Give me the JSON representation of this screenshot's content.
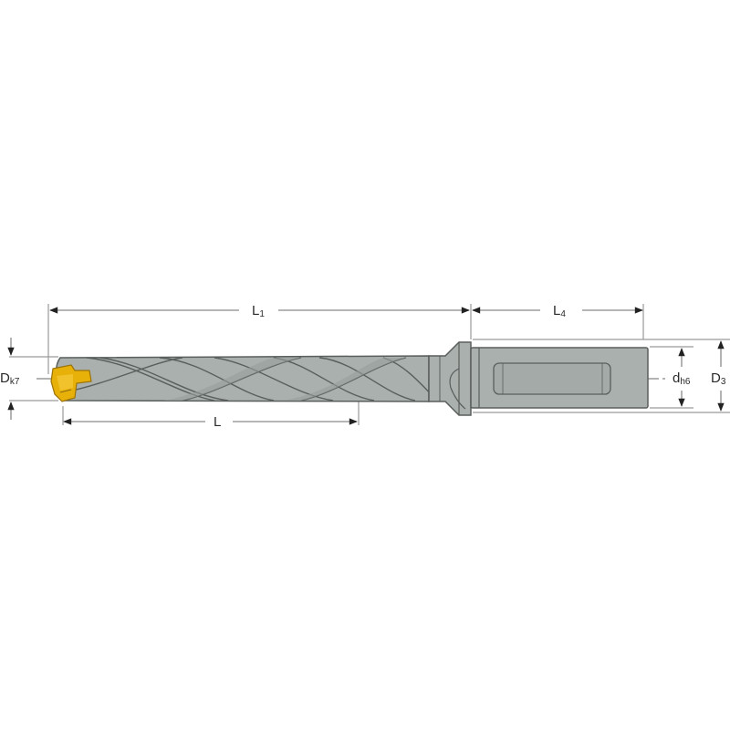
{
  "diagram": {
    "subject": "Indexable spade drill with replaceable insert and cylindrical shank",
    "colors": {
      "background": "#ffffff",
      "body": "#a9b0ad",
      "body_dark": "#8d9491",
      "outline": "#5a5f5d",
      "insert": "#e8b10a",
      "insert_dark": "#b8860b",
      "dimension_line": "#8a8a8a",
      "arrow": "#222222",
      "text": "#2a2a2a"
    },
    "dimensions": {
      "L1": {
        "main": "L",
        "sub": "1",
        "description": "overall body length to shank"
      },
      "L4": {
        "main": "L",
        "sub": "4",
        "description": "shank length"
      },
      "L": {
        "main": "L",
        "sub": "",
        "description": "flute / usable length"
      },
      "Dk7": {
        "main": "D",
        "sub": "k7",
        "description": "drill diameter"
      },
      "dh6": {
        "main": "d",
        "sub": "h6",
        "description": "shank diameter"
      },
      "D3": {
        "main": "D",
        "sub": "3",
        "description": "collar diameter"
      }
    }
  }
}
